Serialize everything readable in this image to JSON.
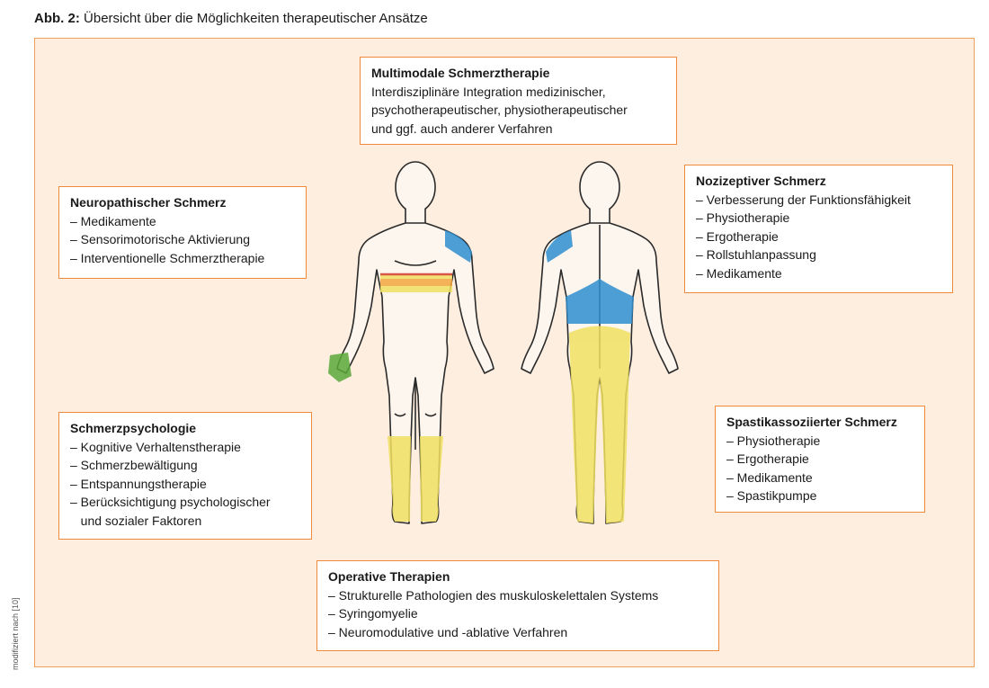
{
  "caption": {
    "label": "Abb. 2:",
    "text": "Übersicht über die Möglichkeiten therapeutischer Ansätze"
  },
  "side_note": "modifiziert nach [10]",
  "boxes": {
    "multimodal": {
      "title": "Multimodale Schmerztherapie",
      "lines": [
        "Interdisziplinäre Integration medizinischer,",
        "psychotherapeutischer, physiotherapeutischer",
        "und ggf. auch anderer Verfahren"
      ]
    },
    "neuropathic": {
      "title": "Neuropathischer Schmerz",
      "items": [
        "– Medikamente",
        "– Sensorimotorische  Aktivierung",
        "– Interventionelle Schmerztherapie"
      ]
    },
    "nociceptive": {
      "title": "Nozizeptiver Schmerz",
      "items": [
        "– Verbesserung der Funktionsfähigkeit",
        "– Physiotherapie",
        "– Ergotherapie",
        "– Rollstuhlanpassung",
        "– Medikamente"
      ]
    },
    "psychology": {
      "title": "Schmerzpsychologie",
      "items": [
        "– Kognitive Verhaltenstherapie",
        "– Schmerzbewältigung",
        "– Entspannungstherapie",
        "– Berücksichtigung psychologischer",
        "   und sozialer Faktoren"
      ]
    },
    "spasticity": {
      "title": "Spastikassoziierter Schmerz",
      "items": [
        "– Physiotherapie",
        "– Ergotherapie",
        "– Medikamente",
        "– Spastikpumpe"
      ]
    },
    "operative": {
      "title": "Operative Therapien",
      "items": [
        "– Strukturelle Pathologien des muskuloskelettalen Systems",
        "– Syringomyelie",
        "– Neuromodulative und -ablative Verfahren"
      ]
    }
  },
  "colors": {
    "panel_bg": "#fdeee0",
    "panel_border": "#f0a05a",
    "box_border": "#ee8a3a",
    "blue_zone": "#2f8fd0",
    "yellow_zone": "#f0e060",
    "green_zone": "#5aa83a",
    "red_band": "#d63a2a"
  }
}
